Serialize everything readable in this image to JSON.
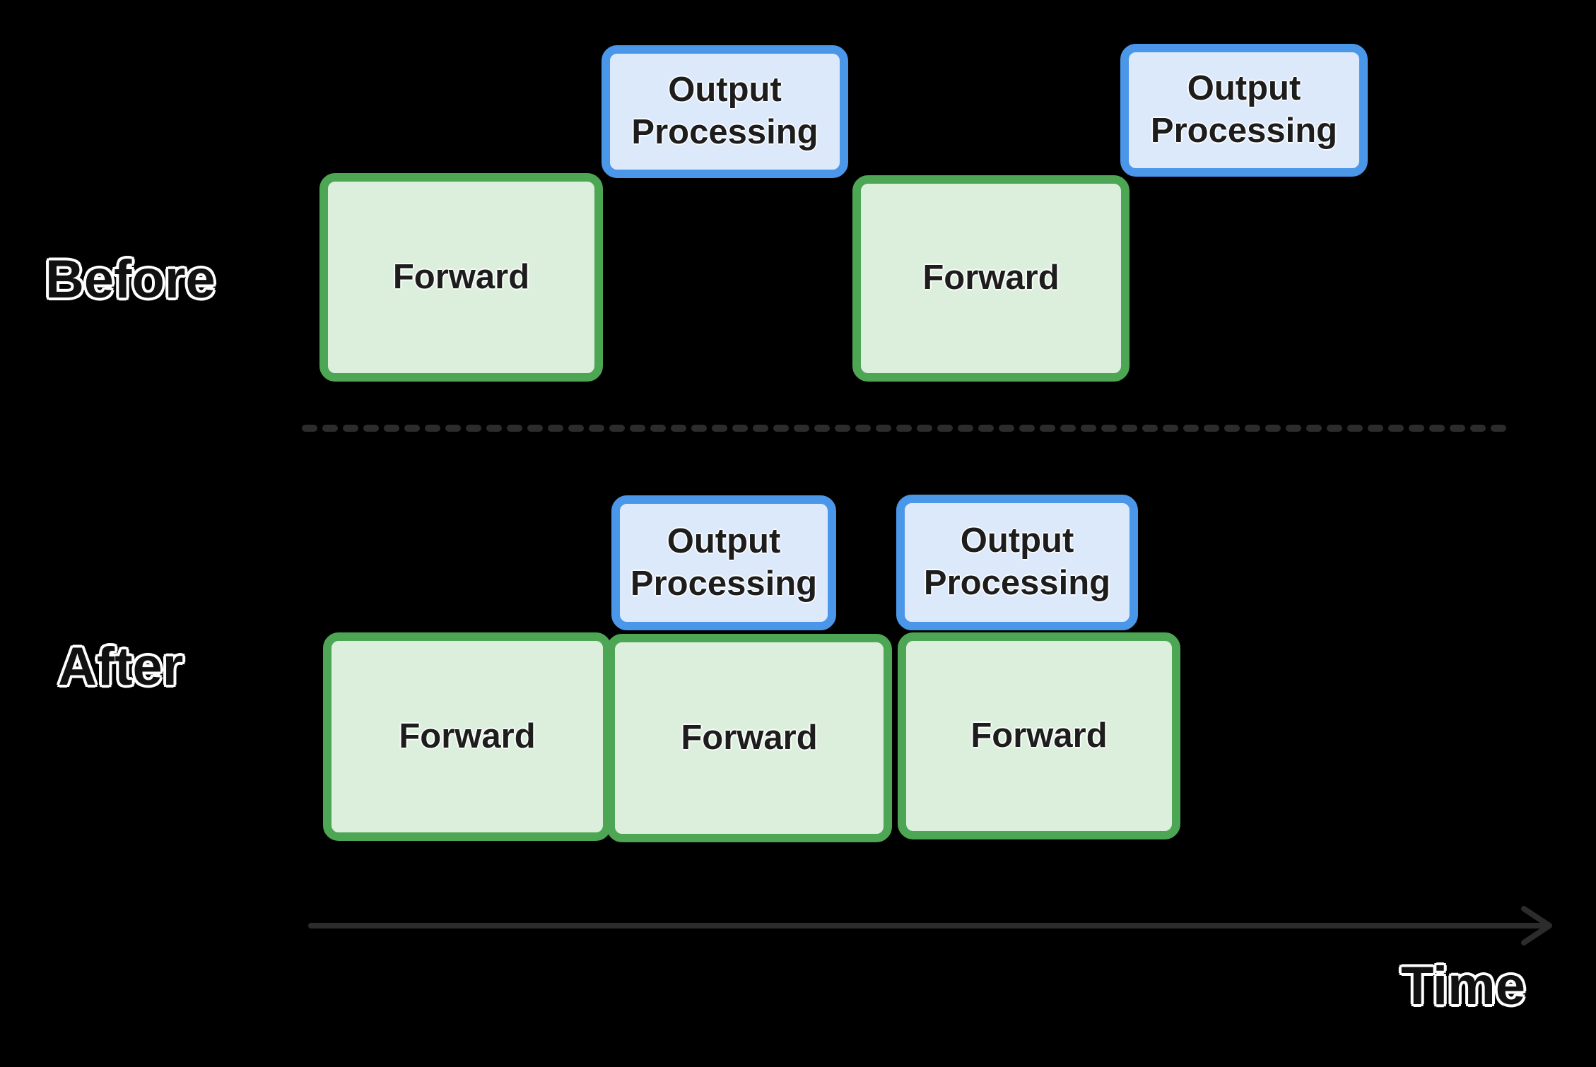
{
  "diagram": {
    "colors": {
      "background": "#000000",
      "forward_fill": "#dcefdd",
      "forward_border": "#4da653",
      "output_fill": "#dce9fa",
      "output_border": "#4a96e8",
      "line": "#2c2c2c",
      "box_text": "#1d1d1d",
      "label_text": "#111111",
      "label_outline": "#ffffff"
    },
    "rows": [
      {
        "id": "before",
        "label": "Before",
        "boxes": [
          {
            "kind": "forward",
            "text": "Forward"
          },
          {
            "kind": "output",
            "text": "Output Processing"
          },
          {
            "kind": "forward",
            "text": "Forward"
          },
          {
            "kind": "output",
            "text": "Output Processing"
          }
        ]
      },
      {
        "id": "after",
        "label": "After",
        "boxes": [
          {
            "kind": "forward",
            "text": "Forward"
          },
          {
            "kind": "forward",
            "text": "Forward"
          },
          {
            "kind": "forward",
            "text": "Forward"
          },
          {
            "kind": "output",
            "text": "Output Processing"
          },
          {
            "kind": "output",
            "text": "Output Processing"
          }
        ]
      }
    ],
    "axis": {
      "label": "Time"
    }
  }
}
